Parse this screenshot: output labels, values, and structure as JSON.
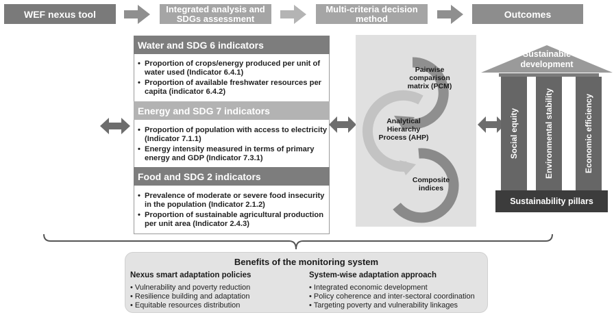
{
  "stages": {
    "s1": "WEF nexus tool",
    "s2": "Integrated analysis and SDGs assessment",
    "s3": "Multi-criteria decision method",
    "s4": "Outcomes"
  },
  "indicators": {
    "water": {
      "title": "Water and SDG 6 indicators",
      "items": [
        "Proportion of crops/energy produced per unit of water used (Indicator 6.4.1)",
        "Proportion of available freshwater resources per capita (indicator 6.4.2)"
      ]
    },
    "energy": {
      "title": "Energy and SDG 7 indicators",
      "items": [
        "Proportion of population with access to electricity (Indicator 7.1.1)",
        "Energy intensity measured in terms of primary energy and GDP (Indicator 7.3.1)"
      ]
    },
    "food": {
      "title": "Food and SDG 2 indicators",
      "items": [
        "Prevalence of moderate or severe food insecurity in the population (Indicator 2.1.2)",
        "Proportion of sustainable agricultural production per unit area (Indicator 2.4.3)"
      ]
    }
  },
  "mcdm": {
    "pcm": "Pairwise comparison matrix (PCM)",
    "ahp": "Analytical Hierarchy Process (AHP)",
    "composite": "Composite indices"
  },
  "temple": {
    "roof": "Sustainable development",
    "pillars": [
      "Social equity",
      "Environmental stability",
      "Economic efficiency"
    ],
    "base": "Sustainability pillars"
  },
  "benefits": {
    "title": "Benefits of the monitoring system",
    "left": {
      "heading": "Nexus smart adaptation policies",
      "items": [
        "Vulnerability and poverty reduction",
        "Resilience building and adaptation",
        "Equitable resources distribution"
      ]
    },
    "right": {
      "heading": "System-wise adaptation approach",
      "items": [
        "Integrated economic development",
        "Policy coherence and inter-sectoral coordination",
        "Targeting poverty and vulnerability linkages"
      ]
    }
  },
  "colors": {
    "dark_header": "#7d7d7d",
    "light_header": "#b3b3b3",
    "pillar": "#666666",
    "roof": "#9a9a9a",
    "base": "#3c3c3c",
    "cycle": "#8f8f8f"
  }
}
